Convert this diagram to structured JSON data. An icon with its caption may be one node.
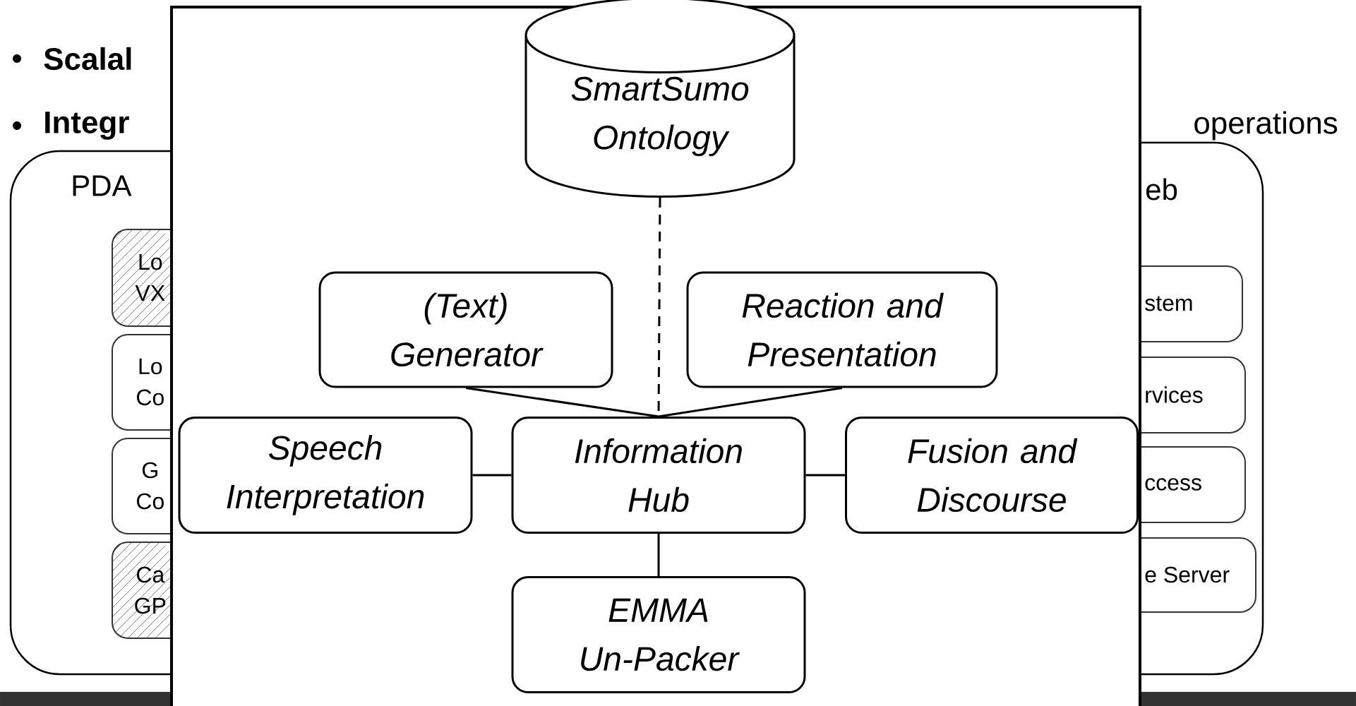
{
  "diagram": {
    "nodes": [
      {
        "text": [
          "PDA"
        ]
      },
      {
        "text": [
          "Lo VX"
        ],
        "in": 0
      },
      {
        "text": [
          "Lo Co"
        ],
        "in": 0
      },
      {
        "text": [
          "G Co"
        ],
        "in": 0
      },
      {
        "text": [
          "Ca GP"
        ],
        "in": 0
      },
      {
        "text": [
          "eb"
        ]
      },
      {
        "text": [
          "stem"
        ],
        "in": 5
      },
      {
        "text": [
          "rvices"
        ],
        "in": 5
      },
      {
        "text": [
          "ccess"
        ],
        "in": 5
      },
      {
        "text": [
          "e Server"
        ],
        "in": 5
      },
      {
        "text": [
          "SmartSumo Ontology"
        ]
      },
      {
        "text": [
          "(Text) Generator"
        ]
      },
      {
        "text": [
          "Reaction and Presentation"
        ]
      },
      {
        "text": [
          "Speech Interpretation"
        ]
      },
      {
        "text": [
          "Information Hub"
        ]
      },
      {
        "text": [
          "Fusion and Discourse"
        ]
      },
      {
        "text": [
          "EMMA Un-Packer"
        ]
      }
    ],
    "edges": [
      {
        "from": 10,
        "to": 14,
        "arrow": "none",
        "style": "dashed"
      },
      {
        "from": 11,
        "to": 14,
        "arrow": "none"
      },
      {
        "from": 12,
        "to": 14,
        "arrow": "none"
      },
      {
        "from": 13,
        "to": 14,
        "arrow": "none"
      },
      {
        "from": 14,
        "to": 15,
        "arrow": "none"
      },
      {
        "from": 14,
        "to": 16,
        "arrow": "none"
      }
    ],
    "labels": [
      "Scalal",
      "Integr",
      "operations"
    ]
  }
}
